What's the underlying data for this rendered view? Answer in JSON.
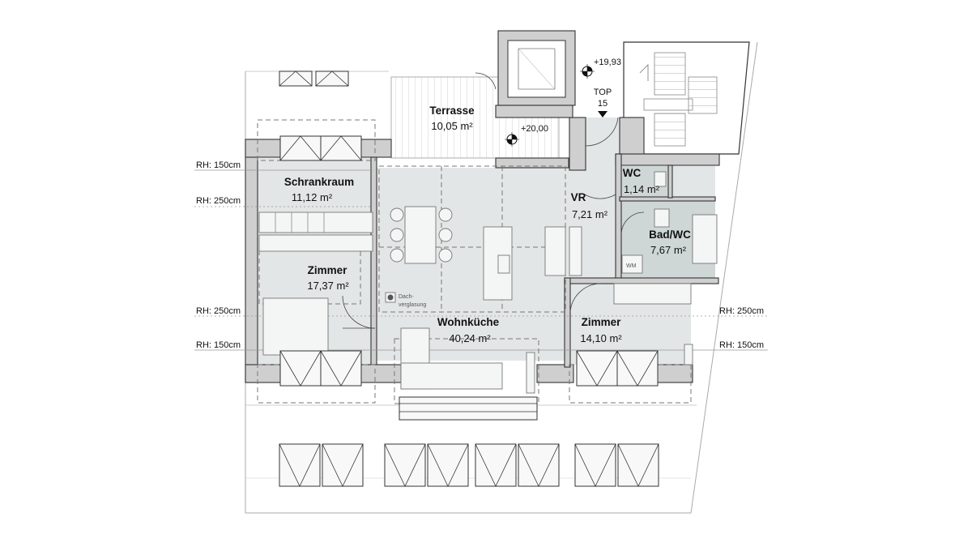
{
  "plan": {
    "ceiling_heights": {
      "left_150_upper": "RH: 150cm",
      "left_250_upper": "RH: 250cm",
      "left_250_lower": "RH: 250cm",
      "left_150_lower": "RH: 150cm",
      "right_250": "RH: 250cm",
      "right_150": "RH: 150cm"
    },
    "levels": {
      "entry": "+19,93",
      "terrace": "+20,00"
    },
    "unit": {
      "label": "TOP",
      "number": "15"
    },
    "rooms": [
      {
        "name": "Terrasse",
        "area": "10,05 m²"
      },
      {
        "name": "Schrankraum",
        "area": "11,12 m²"
      },
      {
        "name": "Zimmer",
        "area": "17,37 m²"
      },
      {
        "name": "VR",
        "area": "7,21 m²"
      },
      {
        "name": "WC",
        "area": "1,14 m²"
      },
      {
        "name": "Bad/WC",
        "area": "7,67 m²"
      },
      {
        "name": "Wohnküche",
        "area": "40,24 m²"
      },
      {
        "name": "Zimmer",
        "area": "14,10 m²"
      }
    ],
    "annotations": {
      "skylight_line1": "Dach-",
      "skylight_line2": "verglasung",
      "washer": "WM"
    }
  }
}
